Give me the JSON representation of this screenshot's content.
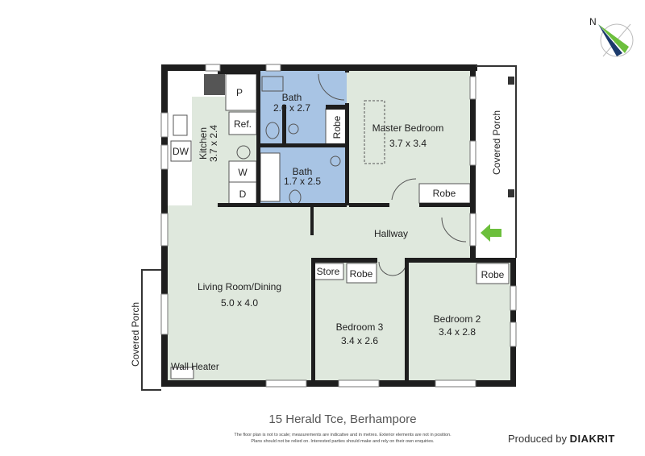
{
  "plan": {
    "colors": {
      "room": "#dfe8dd",
      "bath": "#a8c4e4",
      "wall": "#1e1e1e",
      "arrow": "#6cbf3c"
    },
    "rooms": {
      "kitchen": {
        "name": "Kitchen",
        "size": "3.7 x 2.4"
      },
      "bath1": {
        "name": "Bath",
        "size": "2.0 x 2.7"
      },
      "bath2": {
        "name": "Bath",
        "size": "1.7 x 2.5"
      },
      "master": {
        "name": "Master Bedroom",
        "size": "3.7 x 3.4"
      },
      "hallway": {
        "name": "Hallway"
      },
      "living": {
        "name": "Living Room/Dining",
        "size": "5.0 x 4.0"
      },
      "bedroom3": {
        "name": "Bedroom 3",
        "size": "3.4 x 2.6"
      },
      "bedroom2": {
        "name": "Bedroom 2",
        "size": "3.4 x 2.8"
      }
    },
    "fixtures": {
      "pantry": "P",
      "fridge": "Ref.",
      "dishwasher": "DW",
      "washer": "W",
      "dryer": "D",
      "robe": "Robe",
      "store": "Store",
      "wall_heater": "Wall Heater",
      "covered_porch": "Covered Porch"
    },
    "compass": {
      "label": "N"
    }
  },
  "footer": {
    "address": "15 Herald Tce, Berhampore",
    "disclaimer_line1": "The floor plan is not to scale; measurements are indicative and in metres. Exterior elements are not in position.",
    "disclaimer_line2": "Plans should not be relied on. Interested parties should make and rely on their own enquiries.",
    "produced_by": "Produced by",
    "brand": "DIAKRIT"
  }
}
